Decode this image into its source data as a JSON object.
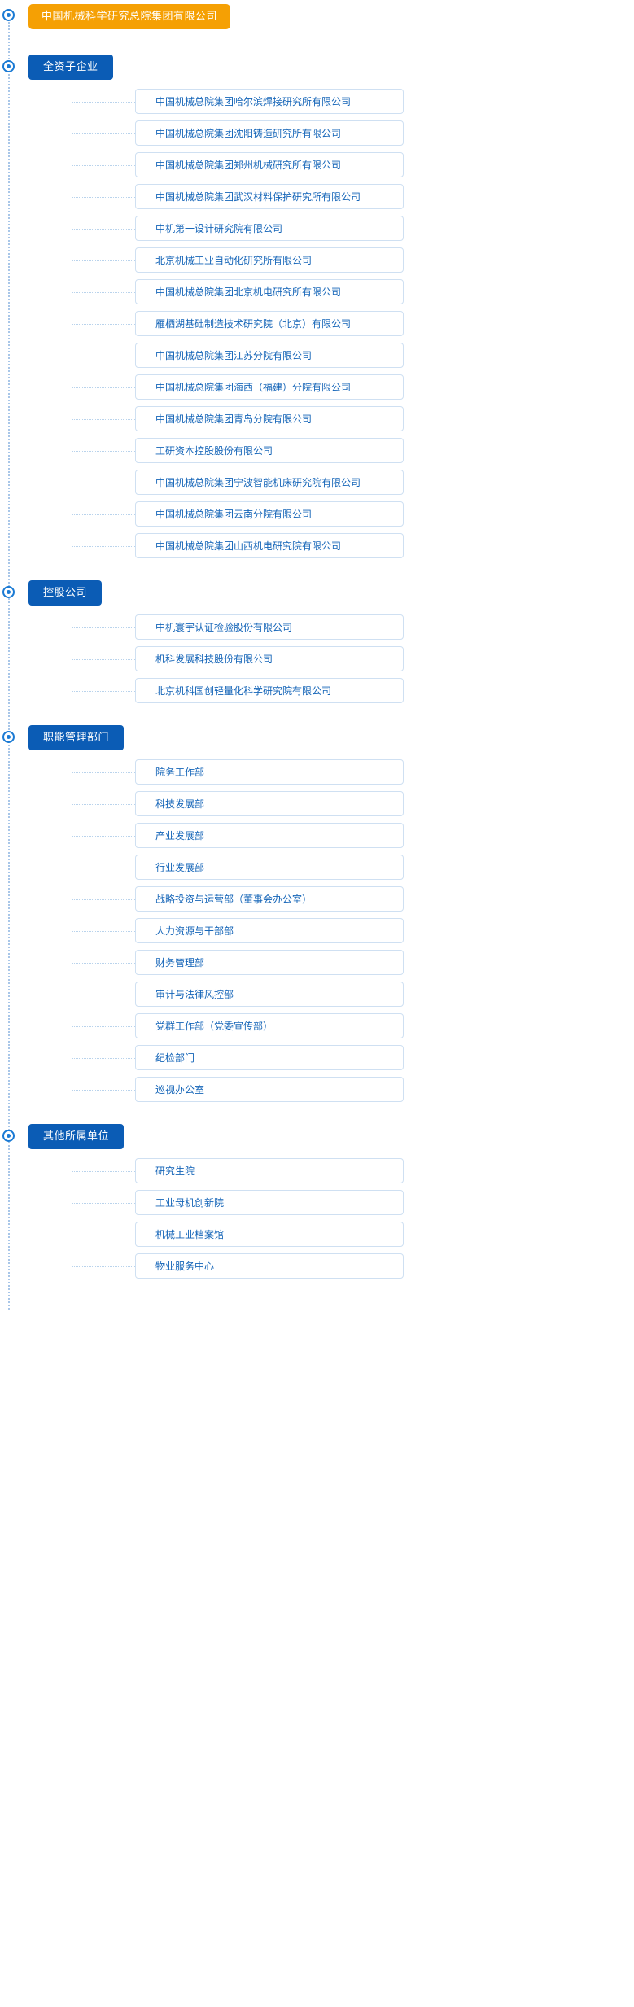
{
  "root": {
    "label": "中国机械科学研究总院集团有限公司",
    "bullet_icon": "radio-dot-icon",
    "color": "#f5a004"
  },
  "theme": {
    "section_color": "#0b5cb5",
    "item_text_color": "#1565b8",
    "item_border_color": "#cfe0f2",
    "connector_color": "#b9d3ec"
  },
  "sections": [
    {
      "label": "全资子企业",
      "bullet_icon": "radio-dot-icon",
      "items": [
        {
          "label": "中国机械总院集团哈尔滨焊接研究所有限公司"
        },
        {
          "label": "中国机械总院集团沈阳铸造研究所有限公司"
        },
        {
          "label": "中国机械总院集团郑州机械研究所有限公司"
        },
        {
          "label": "中国机械总院集团武汉材料保护研究所有限公司"
        },
        {
          "label": "中机第一设计研究院有限公司"
        },
        {
          "label": "北京机械工业自动化研究所有限公司"
        },
        {
          "label": "中国机械总院集团北京机电研究所有限公司"
        },
        {
          "label": "雁栖湖基础制造技术研究院（北京）有限公司"
        },
        {
          "label": "中国机械总院集团江苏分院有限公司"
        },
        {
          "label": "中国机械总院集团海西（福建）分院有限公司"
        },
        {
          "label": "中国机械总院集团青岛分院有限公司"
        },
        {
          "label": "工研资本控股股份有限公司"
        },
        {
          "label": "中国机械总院集团宁波智能机床研究院有限公司"
        },
        {
          "label": "中国机械总院集团云南分院有限公司"
        },
        {
          "label": "中国机械总院集团山西机电研究院有限公司"
        }
      ]
    },
    {
      "label": "控股公司",
      "bullet_icon": "radio-dot-icon",
      "items": [
        {
          "label": "中机寰宇认证检验股份有限公司"
        },
        {
          "label": "机科发展科技股份有限公司"
        },
        {
          "label": "北京机科国创轻量化科学研究院有限公司"
        }
      ]
    },
    {
      "label": "职能管理部门",
      "bullet_icon": "radio-dot-icon",
      "items": [
        {
          "label": "院务工作部"
        },
        {
          "label": "科技发展部"
        },
        {
          "label": "产业发展部"
        },
        {
          "label": "行业发展部"
        },
        {
          "label": "战略投资与运营部（董事会办公室）"
        },
        {
          "label": "人力资源与干部部"
        },
        {
          "label": "财务管理部"
        },
        {
          "label": "审计与法律风控部"
        },
        {
          "label": "党群工作部（党委宣传部）"
        },
        {
          "label": "纪检部门"
        },
        {
          "label": "巡视办公室"
        }
      ]
    },
    {
      "label": "其他所属单位",
      "bullet_icon": "radio-dot-icon",
      "items": [
        {
          "label": "研究生院"
        },
        {
          "label": "工业母机创新院"
        },
        {
          "label": "机械工业档案馆"
        },
        {
          "label": "物业服务中心"
        }
      ]
    }
  ]
}
